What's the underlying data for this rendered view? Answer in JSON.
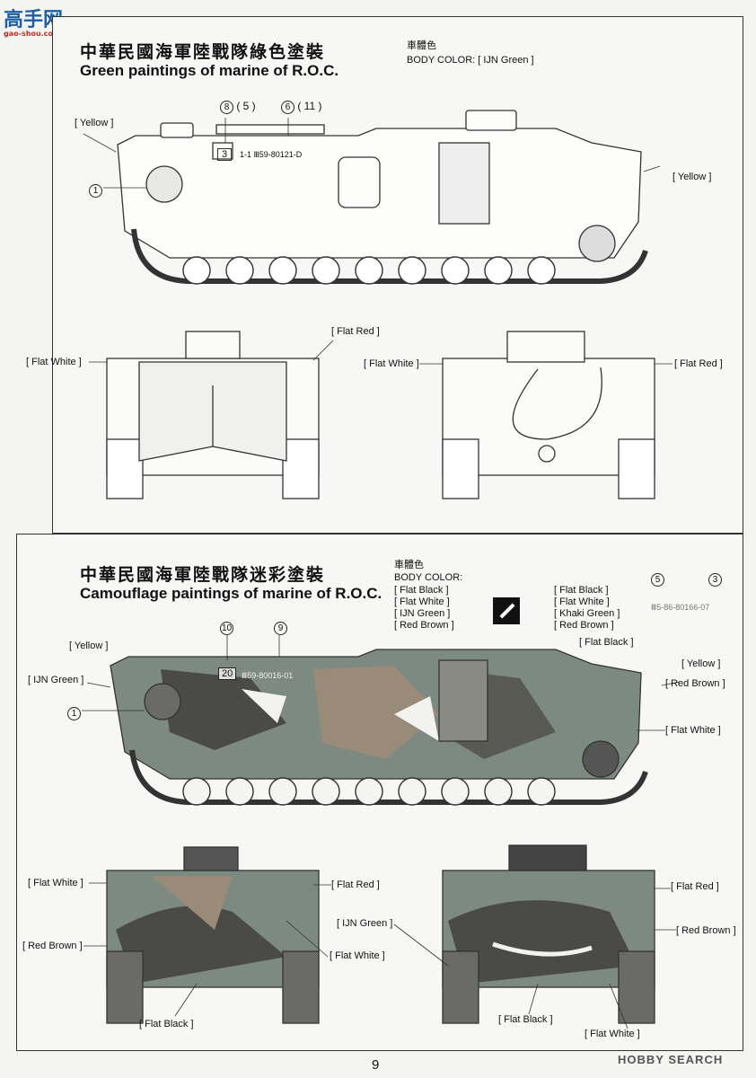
{
  "logo": {
    "text": "高手网",
    "url_text": "gao-shou.com"
  },
  "top": {
    "title_zh": "中華民國海軍陸戰隊綠色塗裝",
    "title_en": "Green paintings of marine of R.O.C.",
    "body_color_zh": "車體色",
    "body_color_label": "BODY COLOR:  [ IJN Green ]",
    "callouts": {
      "yellow_left": "[ Yellow ]",
      "yellow_right": "[ Yellow ]",
      "c8": "8",
      "c8_paren": "( 5 )",
      "c6": "6",
      "c6_paren": "( 11 )",
      "c1": "1",
      "hull_num": "3",
      "hull_code": "1-1  Ⅲ59-80121-D",
      "flat_white_front": "[ Flat White ]",
      "flat_red_front": "[ Flat Red ]",
      "flat_white_rear": "[ Flat White ]",
      "flat_red_rear": "[ Flat Red ]"
    }
  },
  "bottom": {
    "title_zh": "中華民國海軍陸戰隊迷彩塗裝",
    "title_en": "Camouflage paintings of marine of R.O.C.",
    "body_color_zh": "車體色",
    "body_color_label": "BODY COLOR:",
    "colors_left": [
      "[ Flat Black ]",
      "[ Flat White ]",
      "[ IJN Green ]",
      "[ Red Brown ]"
    ],
    "colors_right": [
      "[ Flat Black ]",
      "[ Flat White ]",
      "[ Khaki Green ]",
      "[ Red Brown ]"
    ],
    "decal_c5": "5",
    "decal_c3": "3",
    "decal_text": "Ⅲ5-86-80166-07",
    "callouts": {
      "c10": "10",
      "c9": "9",
      "c1": "1",
      "hull_num": "20",
      "hull_code": "Ⅲ59-80016-01",
      "yellow_left": "[ Yellow ]",
      "ijn_green": "[ IJN Green ]",
      "flat_black_top": "[ Flat Black ]",
      "yellow_right": "[ Yellow ]",
      "red_brown_right": "[ Red Brown ]",
      "flat_white_right": "[ Flat White ]",
      "front_flat_white": "[ Flat White ]",
      "front_flat_red": "[ Flat Red ]",
      "front_ijn_green": "[ IJN Green ]",
      "front_red_brown": "[ Red Brown ]",
      "front_flat_white2": "[ Flat White ]",
      "front_flat_black": "[ Flat Black ]",
      "rear_flat_red": "[ Flat Red ]",
      "rear_red_brown": "[ Red Brown ]",
      "rear_flat_black": "[ Flat Black ]",
      "rear_flat_white": "[ Flat White ]"
    }
  },
  "footer": {
    "page_number": "9",
    "watermark": "HOBBY SEARCH"
  }
}
